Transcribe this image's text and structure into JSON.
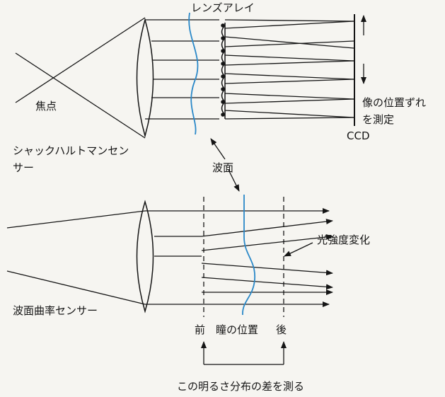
{
  "labels": {
    "lens_array": "レンズアレイ",
    "focal_point": "焦点",
    "image_shift_line1": "像の位置ずれ",
    "image_shift_line2": "を測定",
    "ccd": "CCD",
    "shack_hartmann_line1": "シャックハルトマンセン",
    "shack_hartmann_line2": "サー",
    "wavefront": "波面",
    "intensity_change": "光強度変化",
    "curvature_sensor": "波面曲率センサー",
    "front": "前",
    "pupil_position": "瞳の位置",
    "back": "後",
    "measure_difference": "この明るさ分布の差を測る"
  },
  "colors": {
    "ink": "#151515",
    "wavefront": "#2a88c8",
    "background": "#f6f5f1"
  }
}
